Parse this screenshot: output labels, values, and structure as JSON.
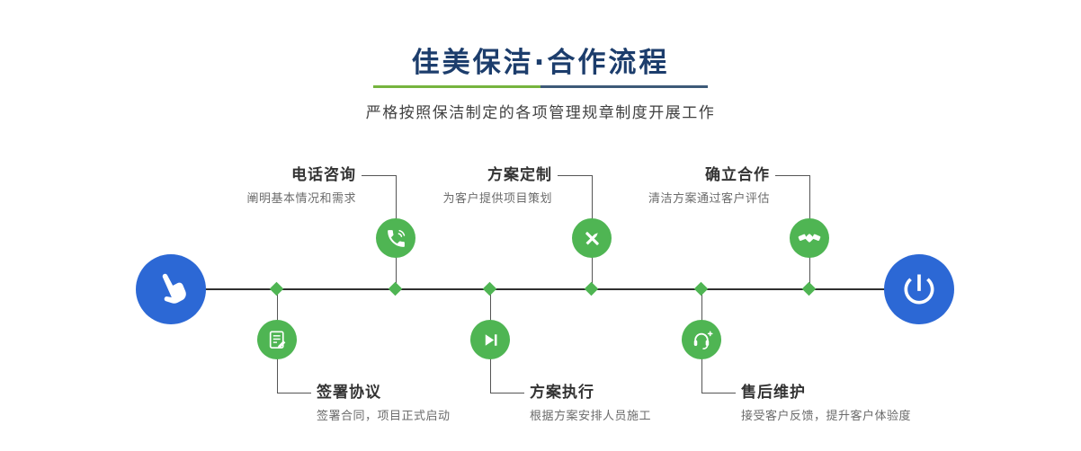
{
  "header": {
    "title": "佳美保洁·合作流程",
    "subtitle": "严格按照保洁制定的各项管理规章制度开展工作"
  },
  "timeline": {
    "start_icon": "pointing-hand-icon",
    "end_icon": "power-icon"
  },
  "steps_top": [
    {
      "title": "电话咨询",
      "desc": "阐明基本情况和需求",
      "icon": "phone-icon"
    },
    {
      "title": "方案定制",
      "desc": "为客户提供项目策划",
      "icon": "design-icon"
    },
    {
      "title": "确立合作",
      "desc": "清洁方案通过客户评估",
      "icon": "handshake-icon"
    }
  ],
  "steps_bottom": [
    {
      "title": "签署协议",
      "desc": "签署合同，项目正式启动",
      "icon": "contract-icon"
    },
    {
      "title": "方案执行",
      "desc": "根据方案安排人员施工",
      "icon": "play-icon"
    },
    {
      "title": "售后维护",
      "desc": "接受客户反馈，提升客户体验度",
      "icon": "headset-icon"
    }
  ],
  "colors": {
    "step_green": "#4fb553",
    "endpoint_blue": "#2c68d5",
    "title_blue": "#1c3d6c",
    "divider_green": "#76b43e",
    "divider_blue": "#3d5a78",
    "timeline_line": "#2f2f2f"
  }
}
